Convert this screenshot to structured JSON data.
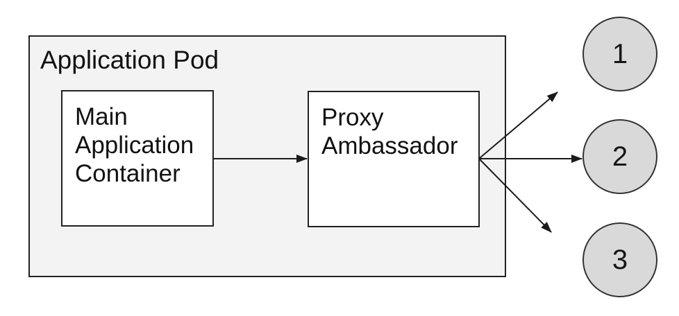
{
  "diagram": {
    "pod": {
      "label": "Application Pod"
    },
    "nodes": [
      {
        "id": "main-application-container",
        "label": "Main Application Container"
      },
      {
        "id": "proxy-ambassador",
        "label": "Proxy Ambassador"
      }
    ],
    "endpoints": [
      {
        "label": "1"
      },
      {
        "label": "2"
      },
      {
        "label": "3"
      }
    ],
    "edges": [
      {
        "from": "main-application-container",
        "to": "proxy-ambassador"
      },
      {
        "from": "proxy-ambassador",
        "to": "endpoint-1"
      },
      {
        "from": "proxy-ambassador",
        "to": "endpoint-2"
      },
      {
        "from": "proxy-ambassador",
        "to": "endpoint-3"
      }
    ],
    "colors": {
      "pod_fill": "#f3f3f3",
      "node_fill": "#ffffff",
      "endpoint_fill": "#d9d9d9",
      "border": "#212121",
      "arrow": "#1b1b1b",
      "text": "#111111"
    }
  }
}
